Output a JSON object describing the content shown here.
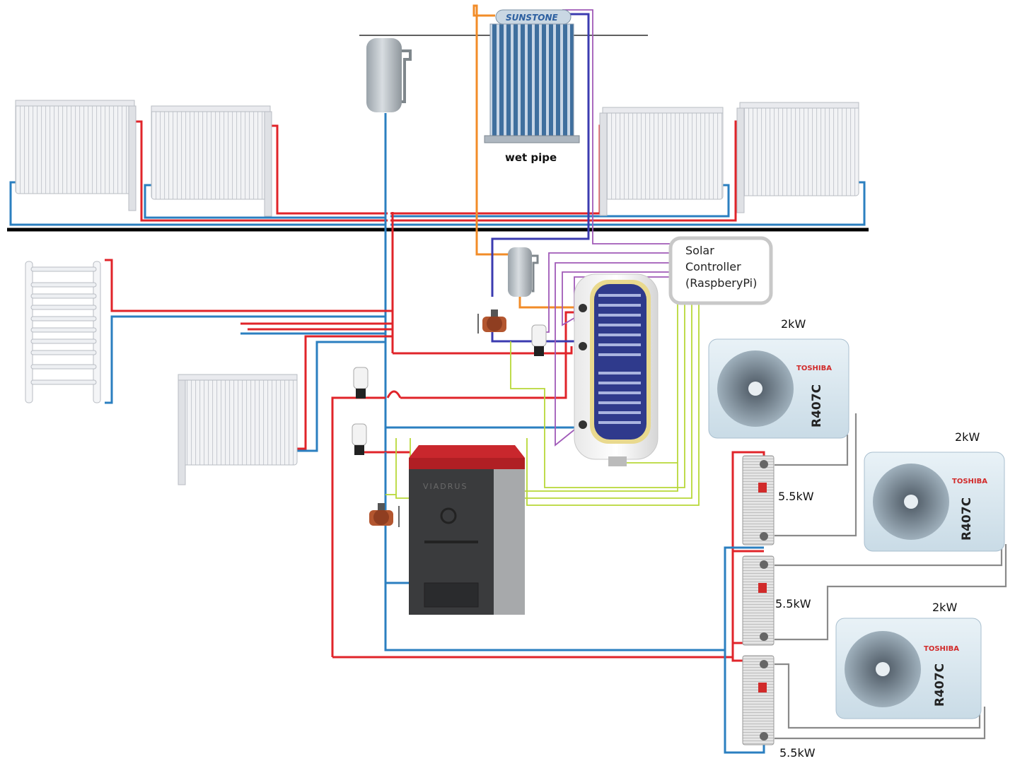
{
  "labels": {
    "wet_pipe": "wet pipe",
    "controller_line1": "Solar",
    "controller_line2": "Controller",
    "controller_line3": "(RaspberyPi)",
    "ac1_power": "2kW",
    "ac2_power": "2kW",
    "ac3_power": "2kW",
    "hx1_power": "5.5kW",
    "hx2_power": "5.5kW",
    "hx3_power": "5.5kW",
    "ac_brand": "TOSHIBA",
    "ac_refrigerant": "R407C",
    "collector_brand": "SUNSTONE",
    "boiler_brand": "VIADRUS"
  },
  "colors": {
    "hot_pipe": "#e0242a",
    "cold_pipe": "#2b7fc0",
    "solar_pipe": "#f28c28",
    "coil_pipe": "#3b3bb0",
    "signal_wire": "#a05ab8",
    "sensor_wire": "#b8d838",
    "refrigerant_line": "#8a8a8a",
    "floor_line": "#000000",
    "toshiba_red": "#d12a2a"
  },
  "icons": [
    "radiator-icon",
    "towel-rail-icon",
    "expansion-vessel-icon",
    "solar-collector-icon",
    "circulation-pump-icon",
    "thermostatic-valve-icon",
    "water-tank-icon",
    "solid-fuel-boiler-icon",
    "heat-pump-outdoor-unit-icon",
    "plate-heat-exchanger-icon"
  ]
}
